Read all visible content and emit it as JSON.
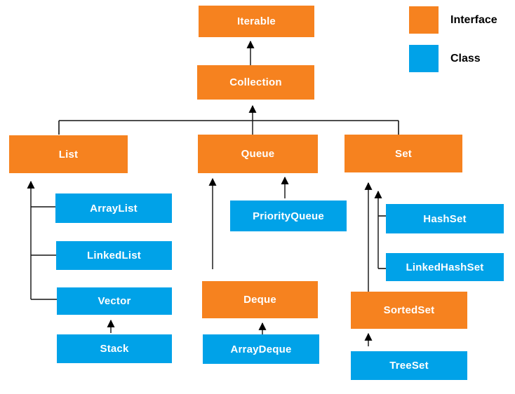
{
  "legend": {
    "items": [
      {
        "label": "Interface",
        "color": "#F6821F",
        "type": "interface"
      },
      {
        "label": "Class",
        "color": "#00A2E8",
        "type": "class"
      }
    ]
  },
  "nodes": {
    "iterable": {
      "label": "Iterable",
      "type": "interface"
    },
    "collection": {
      "label": "Collection",
      "type": "interface"
    },
    "list": {
      "label": "List",
      "type": "interface"
    },
    "queue": {
      "label": "Queue",
      "type": "interface"
    },
    "set": {
      "label": "Set",
      "type": "interface"
    },
    "arraylist": {
      "label": "ArrayList",
      "type": "class"
    },
    "linkedlist": {
      "label": "LinkedList",
      "type": "class"
    },
    "vector": {
      "label": "Vector",
      "type": "class"
    },
    "stack": {
      "label": "Stack",
      "type": "class"
    },
    "priorityqueue": {
      "label": "PriorityQueue",
      "type": "class"
    },
    "deque": {
      "label": "Deque",
      "type": "interface"
    },
    "arraydeque": {
      "label": "ArrayDeque",
      "type": "class"
    },
    "hashset": {
      "label": "HashSet",
      "type": "class"
    },
    "linkedhashset": {
      "label": "LinkedHashSet",
      "type": "class"
    },
    "sortedset": {
      "label": "SortedSet",
      "type": "interface"
    },
    "treeset": {
      "label": "TreeSet",
      "type": "class"
    }
  },
  "edges": [
    {
      "from": "Collection",
      "to": "Iterable"
    },
    {
      "from": "List",
      "to": "Collection"
    },
    {
      "from": "Queue",
      "to": "Collection"
    },
    {
      "from": "Set",
      "to": "Collection"
    },
    {
      "from": "ArrayList",
      "to": "List"
    },
    {
      "from": "LinkedList",
      "to": "List"
    },
    {
      "from": "Vector",
      "to": "List"
    },
    {
      "from": "Stack",
      "to": "Vector"
    },
    {
      "from": "PriorityQueue",
      "to": "Queue"
    },
    {
      "from": "Deque",
      "to": "Queue"
    },
    {
      "from": "ArrayDeque",
      "to": "Deque"
    },
    {
      "from": "HashSet",
      "to": "Set"
    },
    {
      "from": "LinkedHashSet",
      "to": "Set"
    },
    {
      "from": "SortedSet",
      "to": "Set"
    },
    {
      "from": "TreeSet",
      "to": "SortedSet"
    }
  ],
  "colors": {
    "interface": "#F6821F",
    "class": "#00A2E8",
    "arrow_line": "#565656",
    "bracket_line": "#141414",
    "background": "#FFFFFF"
  }
}
